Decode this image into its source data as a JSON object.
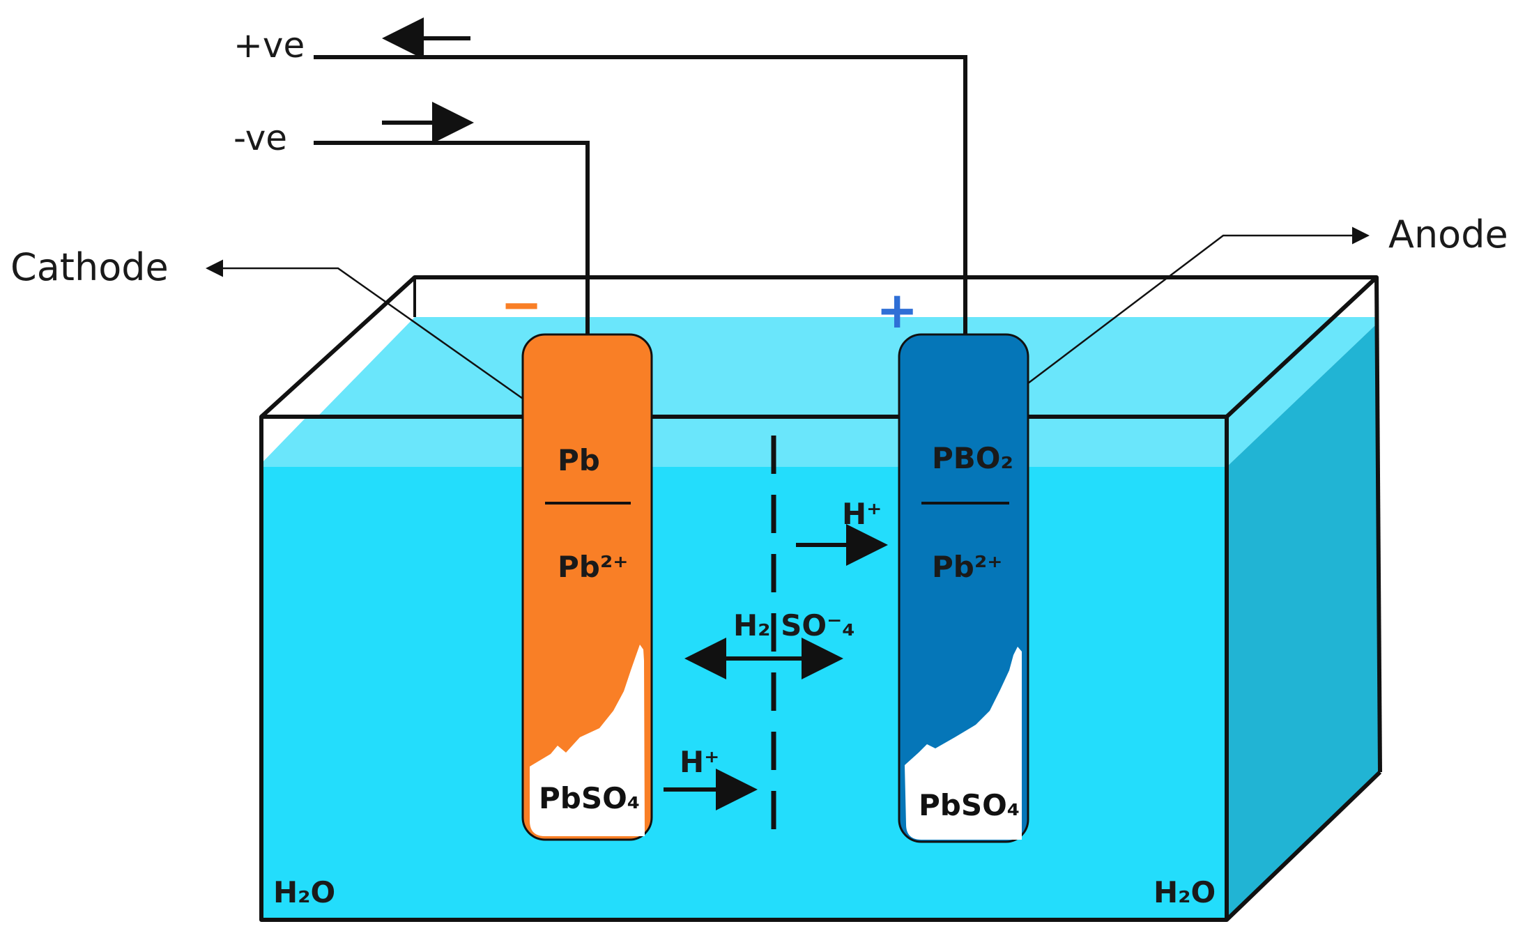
{
  "circuit": {
    "positive_terminal": "+ve",
    "negative_terminal": "-ve"
  },
  "electrodes": {
    "cathode": {
      "label": "Cathode",
      "sign": "−",
      "top_species": "Pb",
      "bottom_species": "Pb²⁺",
      "deposit": "PbSO₄",
      "color": "#F97F26"
    },
    "anode": {
      "label": "Anode",
      "sign": "+",
      "top_species": "PBO₂",
      "bottom_species": "Pb²⁺",
      "deposit": "PbSO₄",
      "color": "#0576B8"
    }
  },
  "electrolyte": {
    "solvent_left": "H₂O",
    "solvent_right": "H₂O",
    "acid": "H₂ SO⁻₄",
    "ion_upper": "H⁺",
    "ion_lower": "H⁺",
    "liquid_color": "#23DDFC",
    "surface_color": "#6AE6FB",
    "side_color": "#21B4D4"
  }
}
